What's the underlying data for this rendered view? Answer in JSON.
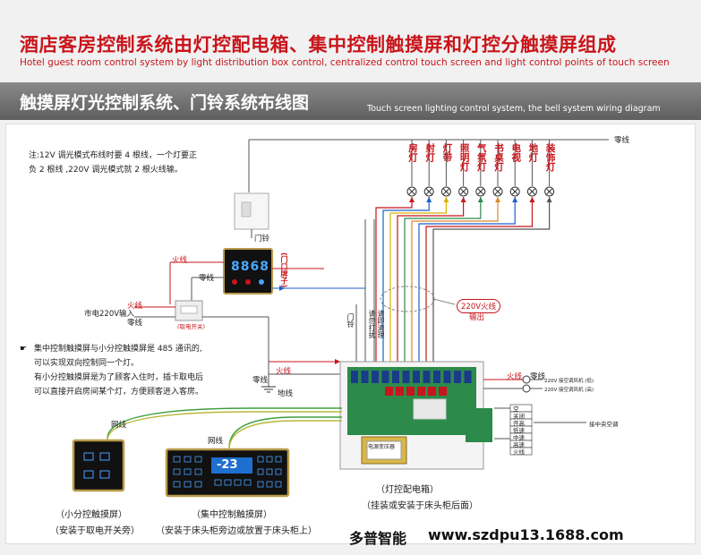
{
  "header": {
    "title_cn": "酒店客房控制系统由灯控配电箱、集中控制触摸屏和灯控分触摸屏组成",
    "title_en": "Hotel guest room control system by light distribution box control, centralized control touch screen and light control points of touch screen"
  },
  "banner": {
    "title_cn": "触摸屏灯光控制系统、门铃系统布线图",
    "title_en": "Touch screen lighting control system, the bell system wiring diagram"
  },
  "notes": {
    "line1": "注:12V 调光模式布线时要 4 根线，一个灯要正",
    "line2": "负 2 根线 ,220V 调光模式就 2 根火线输。",
    "bullet1": "集中控制触摸屏与小分控触摸屏是 485 通讯的,",
    "bullet2": "可以实现双向控制同一个灯。",
    "bullet3": "有小分控触摸屏是为了顾客入住时，插卡取电后",
    "bullet4": "可以直接开启房间某个灯，方便顾客进入客房。"
  },
  "lamps": [
    "房灯",
    "射灯",
    "灯带",
    "照明灯",
    "气氛灯",
    "书桌灯",
    "电视",
    "地灯",
    "装饰灯"
  ],
  "labels": {
    "neutral_top": "零线",
    "doorbell": "门铃",
    "live1": "火线",
    "neutral1": "零线",
    "mains_in": "市电220V输入",
    "live2": "火线",
    "neutral2": "零线",
    "card_switch": "(取电开关)",
    "door_panel_vertical": "(门口牌子)",
    "door_display": "8868",
    "doorbell_vertical": "门铃",
    "clean_vertical": "请勿打扰",
    "clean2_vertical": "请即清理",
    "output_220": "220V火线",
    "output_220b": "输出",
    "neutral3": "零线",
    "live3": "火线",
    "ground": "地线",
    "live4": "火线",
    "neutral4": "零线",
    "ac_note1": "220V 接空调风机 (低)",
    "ac_note2": "220V 接空调风机 (高)",
    "ac_connect": "接中央空调",
    "net1": "网线",
    "net2": "网线",
    "transformer_label": "电源变压器",
    "small_panel_cap": "（小分控触摸屏）",
    "small_panel_sub": "（安装于取电开关旁）",
    "main_panel_cap": "（集中控制触摸屏）",
    "main_panel_sub": "（安装于床头柜旁边或放置于床头柜上）",
    "box_cap": "（灯控配电箱）",
    "box_sub": "（挂装或安装于床头柜后面）",
    "lcd_digits": "-23"
  },
  "ac_terminals": [
    "空",
    "关闭",
    "开高",
    "低速",
    "中速",
    "高速",
    "火线"
  ],
  "footer": {
    "brand": "多普智能",
    "url": "www.szdpu13.1688.com"
  },
  "colors": {
    "accent": "#c8151b",
    "banner": "#6e6e6e",
    "board": "#2c8a4a",
    "terminal": "#19479a"
  }
}
